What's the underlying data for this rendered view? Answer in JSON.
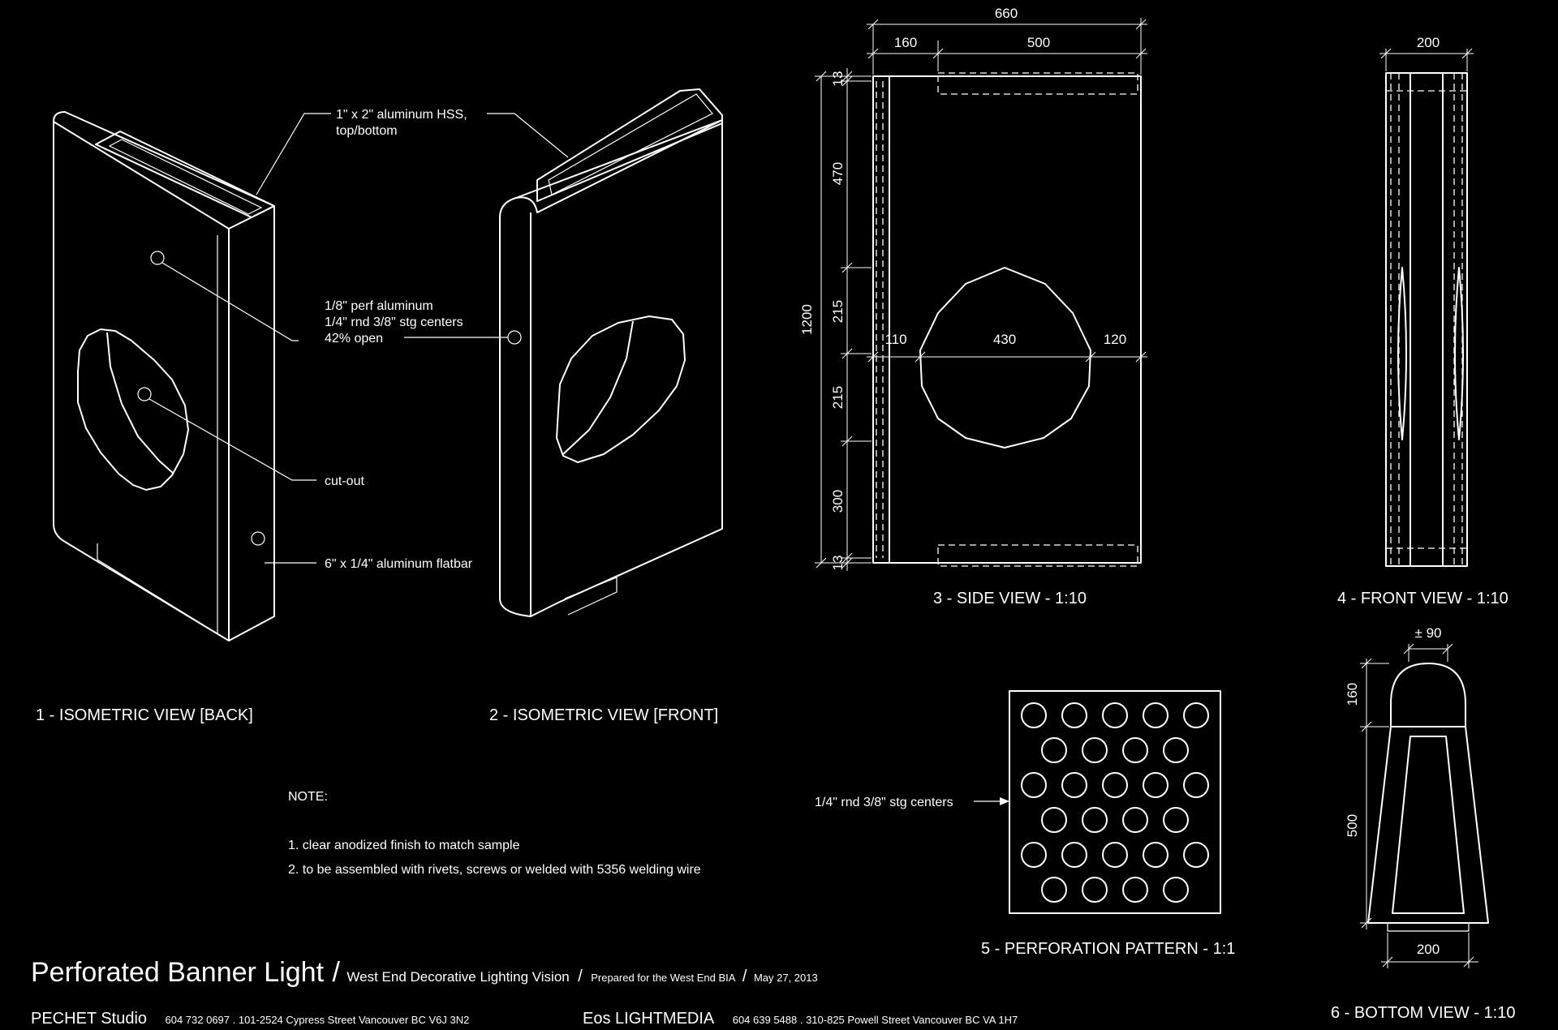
{
  "views": {
    "v1": "1 - ISOMETRIC VIEW [BACK]",
    "v2": "2 - ISOMETRIC VIEW [FRONT]",
    "v3": "3 - SIDE VIEW - 1:10",
    "v4": "4 - FRONT VIEW - 1:10",
    "v5": "5 - PERFORATION PATTERN - 1:1",
    "v6": "6 - BOTTOM VIEW - 1:10"
  },
  "callouts": {
    "hss_1": "1\" x 2\" aluminum HSS,",
    "hss_2": "top/bottom",
    "perf_1": "1/8\" perf aluminum",
    "perf_2": "1/4\" rnd 3/8\" stg centers",
    "perf_3": "42% open",
    "cutout": "cut-out",
    "flatbar": "6\" x 1/4\" aluminum flatbar",
    "pattern": "1/4\" rnd 3/8\" stg centers"
  },
  "dimensions": {
    "total_w": "660",
    "left_w": "160",
    "top_w": "500",
    "top_gap": "13",
    "h470": "470",
    "h215a": "215",
    "h215b": "215",
    "h300": "300",
    "bottom_gap": "13",
    "total_h": "1200",
    "left_margin": "110",
    "circle_d": "430",
    "right_margin": "120",
    "front_w": "200",
    "tip_w": "± 90",
    "tip_h": "160",
    "body_h": "500",
    "base_w": "200"
  },
  "notes": {
    "heading": "NOTE:",
    "n1": "1. clear anodized finish to match sample",
    "n2": "2. to be assembled with rivets, screws or welded with 5356 welding wire"
  },
  "footer": {
    "title": "Perforated Banner Light",
    "slash1": "/",
    "project": "West End Decorative Lighting Vision",
    "slash2": "/",
    "prepared": "Prepared for the West End BIA",
    "slash3": "/",
    "date": "May 27, 2013",
    "studio": "PECHET Studio",
    "studio_contact": "604 732 0697 . 101-2524 Cypress Street Vancouver BC V6J 3N2",
    "partner": "Eos LIGHTMEDIA",
    "partner_contact": "604 639 5488  .  310-825 Powell Street Vancouver BC VA 1H7"
  }
}
